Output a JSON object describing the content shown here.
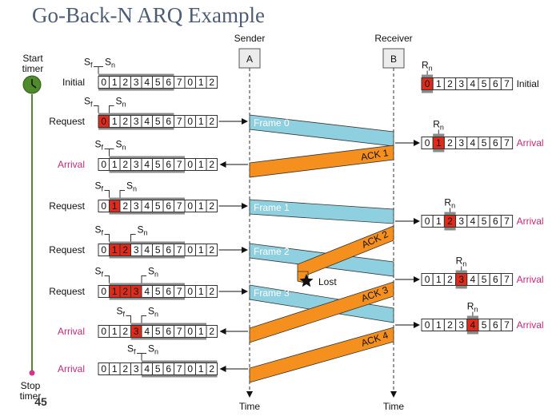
{
  "title": "Go-Back-N ARQ Example",
  "page_number": "45",
  "colors": {
    "frame_band": "#8fd0e0",
    "ack_band": "#f5901e",
    "highlight": "#e02a1a",
    "window": "#8a8a8a",
    "timer": "#4f8a2b",
    "arrival_text": "#c4277a"
  },
  "sender": {
    "label": "Sender",
    "box": "A",
    "time_label": "Time"
  },
  "receiver": {
    "label": "Receiver",
    "box": "B",
    "time_label": "Time"
  },
  "timer": {
    "start_label": "Start\ntimer",
    "stop_label": "Stop\ntimer"
  },
  "markers": {
    "sf": "S",
    "sf_sub": "f",
    "sn": "S",
    "sn_sub": "n",
    "rn": "R",
    "rn_sub": "n"
  },
  "sender_rows": [
    {
      "label": "Initial",
      "label_style": "normal",
      "seq": [
        "0",
        "1",
        "2",
        "3",
        "4",
        "5",
        "6",
        "7",
        "0",
        "1",
        "2"
      ],
      "red": [],
      "window_start": 0
    },
    {
      "label": "Request",
      "label_style": "normal",
      "seq": [
        "0",
        "1",
        "2",
        "3",
        "4",
        "5",
        "6",
        "7",
        "0",
        "1",
        "2"
      ],
      "red": [
        0
      ],
      "window_start": 0
    },
    {
      "label": "Arrival",
      "label_style": "pink",
      "seq": [
        "0",
        "1",
        "2",
        "3",
        "4",
        "5",
        "6",
        "7",
        "0",
        "1",
        "2"
      ],
      "red": [],
      "window_start": 1
    },
    {
      "label": "Request",
      "label_style": "normal",
      "seq": [
        "0",
        "1",
        "2",
        "3",
        "4",
        "5",
        "6",
        "7",
        "0",
        "1",
        "2"
      ],
      "red": [
        1
      ],
      "window_start": 1
    },
    {
      "label": "Request",
      "label_style": "normal",
      "seq": [
        "0",
        "1",
        "2",
        "3",
        "4",
        "5",
        "6",
        "7",
        "0",
        "1",
        "2"
      ],
      "red": [
        1,
        2
      ],
      "window_start": 1
    },
    {
      "label": "Request",
      "label_style": "normal",
      "seq": [
        "0",
        "1",
        "2",
        "3",
        "4",
        "5",
        "6",
        "7",
        "0",
        "1",
        "2"
      ],
      "red": [
        1,
        2,
        3
      ],
      "window_start": 1
    },
    {
      "label": "Arrival",
      "label_style": "pink",
      "seq": [
        "0",
        "1",
        "2",
        "3",
        "4",
        "5",
        "6",
        "7",
        "0",
        "1",
        "2"
      ],
      "red": [
        3
      ],
      "window_start": 3
    },
    {
      "label": "Arrival",
      "label_style": "pink",
      "seq": [
        "0",
        "1",
        "2",
        "3",
        "4",
        "5",
        "6",
        "7",
        "0",
        "1",
        "2"
      ],
      "red": [],
      "window_start": 4
    }
  ],
  "receiver_rows": [
    {
      "label": "Initial",
      "label_style": "normal",
      "seq": [
        "0",
        "1",
        "2",
        "3",
        "4",
        "5",
        "6",
        "7"
      ],
      "rn": 0
    },
    {
      "label": "Arrival",
      "label_style": "pink",
      "seq": [
        "0",
        "1",
        "2",
        "3",
        "4",
        "5",
        "6",
        "7"
      ],
      "rn": 1
    },
    {
      "label": "Arrival",
      "label_style": "pink",
      "seq": [
        "0",
        "1",
        "2",
        "3",
        "4",
        "5",
        "6",
        "7"
      ],
      "rn": 2
    },
    {
      "label": "Arrival",
      "label_style": "pink",
      "seq": [
        "0",
        "1",
        "2",
        "3",
        "4",
        "5",
        "6",
        "7"
      ],
      "rn": 3
    },
    {
      "label": "Arrival",
      "label_style": "pink",
      "seq": [
        "0",
        "1",
        "2",
        "3",
        "4",
        "5",
        "6",
        "7"
      ],
      "rn": 4
    }
  ],
  "frames": [
    "Frame 0",
    "Frame 1",
    "Frame 2",
    "Frame 3"
  ],
  "acks": [
    "ACK 1",
    "ACK 2",
    "ACK 3",
    "ACK 4"
  ],
  "lost_label": "Lost"
}
